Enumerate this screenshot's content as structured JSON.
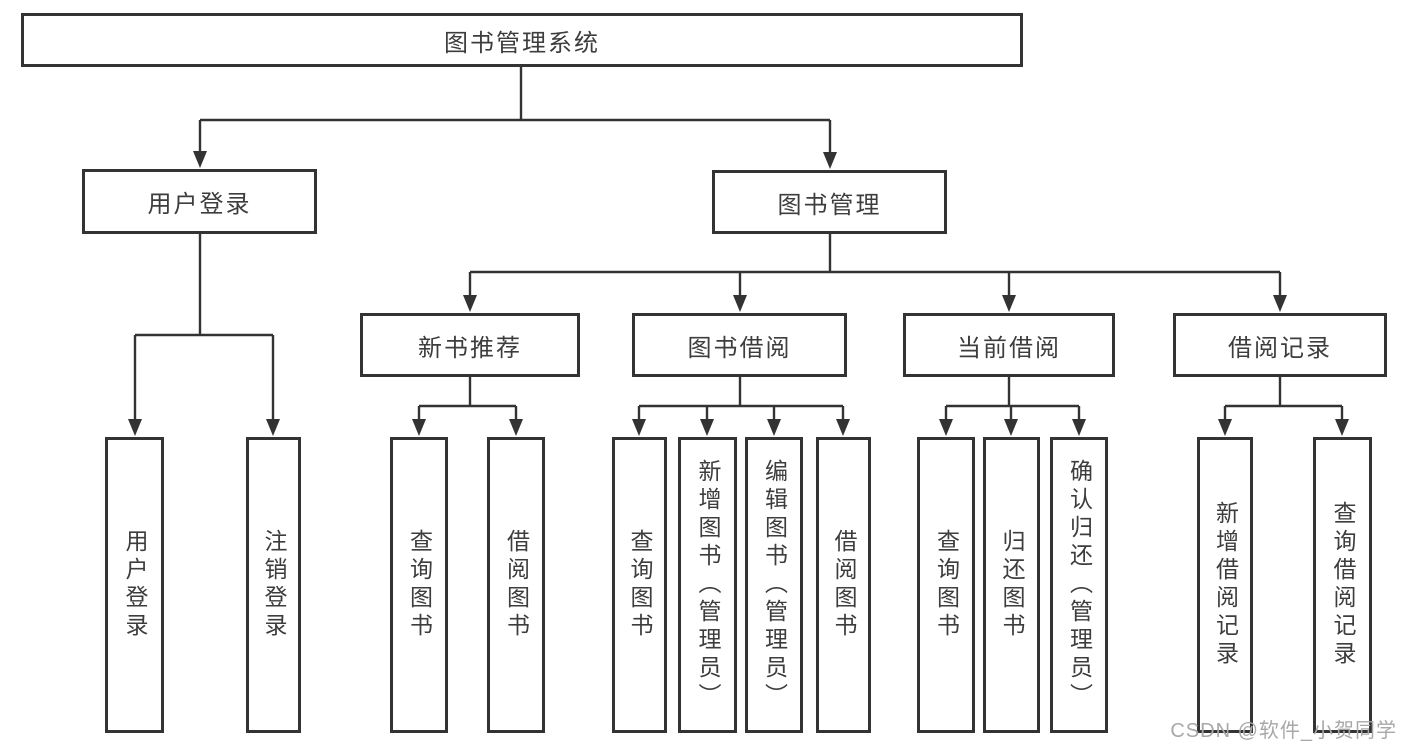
{
  "nodes": {
    "root": "图书管理系统",
    "user_login": "用户登录",
    "book_mgmt": "图书管理",
    "new_book_rec": "新书推荐",
    "book_borrow": "图书借阅",
    "current_borrow": "当前借阅",
    "borrow_records": "借阅记录"
  },
  "leaves": {
    "user_login": [
      "用户登录",
      "注销登录"
    ],
    "new_book_rec": [
      "查询图书",
      "借阅图书"
    ],
    "book_borrow": [
      "查询图书",
      "新增图书（管理员）",
      "编辑图书（管理员）",
      "借阅图书"
    ],
    "current_borrow": [
      "查询图书",
      "归还图书",
      "确认归还（管理员）"
    ],
    "borrow_records": [
      "新增借阅记录",
      "查询借阅记录"
    ]
  },
  "watermark": "CSDN @软件_小贺同学",
  "colors": {
    "line": "#333333",
    "text": "#3d3d3d",
    "wm": "#a8a8a8",
    "bg": "#ffffff"
  }
}
